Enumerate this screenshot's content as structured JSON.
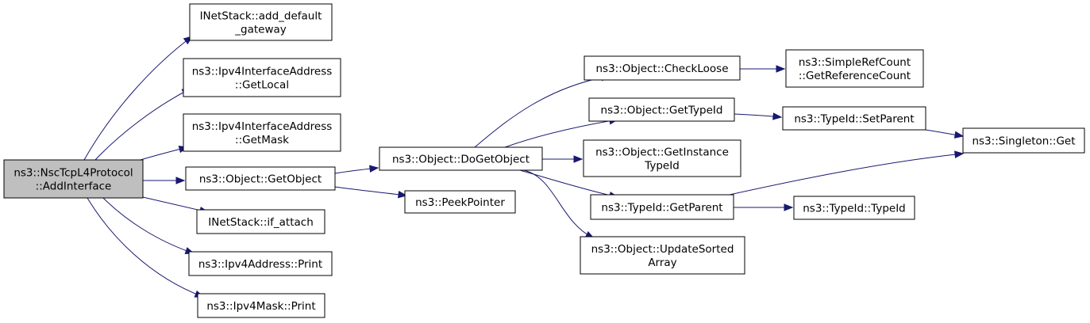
{
  "graph": {
    "nodes": [
      {
        "id": "root",
        "lines": [
          "ns3::NscTcpL4Protocol",
          "::AddInterface"
        ],
        "root": true
      },
      {
        "id": "add_default_gateway",
        "lines": [
          "INetStack::add_default",
          "_gateway"
        ]
      },
      {
        "id": "ipv4ifaddr_getlocal",
        "lines": [
          "ns3::Ipv4InterfaceAddress",
          "::GetLocal"
        ]
      },
      {
        "id": "ipv4ifaddr_getmask",
        "lines": [
          "ns3::Ipv4InterfaceAddress",
          "::GetMask"
        ]
      },
      {
        "id": "object_getobject",
        "lines": [
          "ns3::Object::GetObject"
        ]
      },
      {
        "id": "if_attach",
        "lines": [
          "INetStack::if_attach"
        ]
      },
      {
        "id": "ipv4address_print",
        "lines": [
          "ns3::Ipv4Address::Print"
        ]
      },
      {
        "id": "ipv4mask_print",
        "lines": [
          "ns3::Ipv4Mask::Print"
        ]
      },
      {
        "id": "object_dogetobject",
        "lines": [
          "ns3::Object::DoGetObject"
        ]
      },
      {
        "id": "peekpointer",
        "lines": [
          "ns3::PeekPointer"
        ]
      },
      {
        "id": "object_checkloose",
        "lines": [
          "ns3::Object::CheckLoose"
        ]
      },
      {
        "id": "object_gettypeid",
        "lines": [
          "ns3::Object::GetTypeId"
        ]
      },
      {
        "id": "object_getinstancetypeid",
        "lines": [
          "ns3::Object::GetInstance",
          "TypeId"
        ]
      },
      {
        "id": "typeid_getparent",
        "lines": [
          "ns3::TypeId::GetParent"
        ]
      },
      {
        "id": "object_updatesortedarray",
        "lines": [
          "ns3::Object::UpdateSorted",
          "Array"
        ]
      },
      {
        "id": "simplerefcount_getreferencecount",
        "lines": [
          "ns3::SimpleRefCount",
          "::GetReferenceCount"
        ]
      },
      {
        "id": "typeid_setparent",
        "lines": [
          "ns3::TypeId::SetParent"
        ]
      },
      {
        "id": "typeid_typeid",
        "lines": [
          "ns3::TypeId::TypeId"
        ]
      },
      {
        "id": "singleton_get",
        "lines": [
          "ns3::Singleton::Get"
        ]
      }
    ],
    "edges": [
      {
        "from": "root",
        "to": "add_default_gateway"
      },
      {
        "from": "root",
        "to": "ipv4ifaddr_getlocal"
      },
      {
        "from": "root",
        "to": "ipv4ifaddr_getmask"
      },
      {
        "from": "root",
        "to": "object_getobject"
      },
      {
        "from": "root",
        "to": "if_attach"
      },
      {
        "from": "root",
        "to": "ipv4address_print"
      },
      {
        "from": "root",
        "to": "ipv4mask_print"
      },
      {
        "from": "object_getobject",
        "to": "object_dogetobject"
      },
      {
        "from": "object_getobject",
        "to": "peekpointer"
      },
      {
        "from": "object_dogetobject",
        "to": "object_checkloose"
      },
      {
        "from": "object_dogetobject",
        "to": "object_gettypeid"
      },
      {
        "from": "object_dogetobject",
        "to": "object_getinstancetypeid"
      },
      {
        "from": "object_dogetobject",
        "to": "typeid_getparent"
      },
      {
        "from": "object_dogetobject",
        "to": "object_updatesortedarray"
      },
      {
        "from": "object_checkloose",
        "to": "simplerefcount_getreferencecount"
      },
      {
        "from": "object_gettypeid",
        "to": "typeid_setparent"
      },
      {
        "from": "typeid_setparent",
        "to": "singleton_get"
      },
      {
        "from": "typeid_getparent",
        "to": "singleton_get"
      },
      {
        "from": "typeid_getparent",
        "to": "typeid_typeid"
      }
    ],
    "colors": {
      "edge": "#191970",
      "root_fill": "#bfbfbf",
      "node_fill": "#ffffff",
      "border": "#000000"
    }
  }
}
